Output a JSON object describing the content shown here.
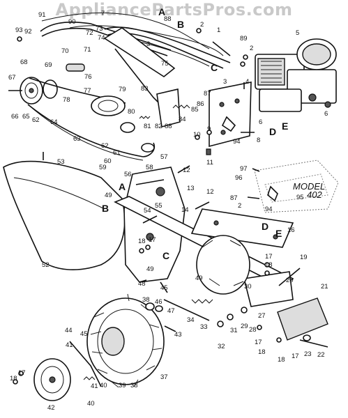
{
  "watermark": "AppliancePartsPros.com",
  "model_label": "MODEL",
  "model_number": "402",
  "reference_letters": {
    "A_top": "A",
    "B_top": "B",
    "C_top": "C",
    "D_top": "D",
    "E_top": "E",
    "A_mid": "A",
    "B_mid": "B",
    "C_mid": "C",
    "D_mid": "D",
    "E_mid": "E"
  },
  "callouts": [
    {
      "id": "n91",
      "text": "91"
    },
    {
      "id": "n93",
      "text": "93"
    },
    {
      "id": "n92",
      "text": "92"
    },
    {
      "id": "n7",
      "text": "7"
    },
    {
      "id": "n90",
      "text": "90"
    },
    {
      "id": "n73",
      "text": "73"
    },
    {
      "id": "n72",
      "text": "72"
    },
    {
      "id": "n74",
      "text": "74"
    },
    {
      "id": "n88",
      "text": "88"
    },
    {
      "id": "n2a",
      "text": "2"
    },
    {
      "id": "n1",
      "text": "1"
    },
    {
      "id": "n5",
      "text": "5"
    },
    {
      "id": "n89",
      "text": "89"
    },
    {
      "id": "n2b",
      "text": "2"
    },
    {
      "id": "n70",
      "text": "70"
    },
    {
      "id": "n71",
      "text": "71"
    },
    {
      "id": "n3a",
      "text": "3"
    },
    {
      "id": "n69",
      "text": "69"
    },
    {
      "id": "n68",
      "text": "68"
    },
    {
      "id": "n75",
      "text": "75"
    },
    {
      "id": "n76",
      "text": "76"
    },
    {
      "id": "n67",
      "text": "67"
    },
    {
      "id": "n3b",
      "text": "3"
    },
    {
      "id": "n4",
      "text": "4"
    },
    {
      "id": "n77",
      "text": "77"
    },
    {
      "id": "n79",
      "text": "79"
    },
    {
      "id": "n83",
      "text": "83"
    },
    {
      "id": "n87a",
      "text": "87"
    },
    {
      "id": "n86",
      "text": "86"
    },
    {
      "id": "n66",
      "text": "66"
    },
    {
      "id": "n65",
      "text": "65"
    },
    {
      "id": "n62a",
      "text": "62"
    },
    {
      "id": "n64",
      "text": "64"
    },
    {
      "id": "n78",
      "text": "78"
    },
    {
      "id": "n80",
      "text": "80"
    },
    {
      "id": "n85",
      "text": "85"
    },
    {
      "id": "n81",
      "text": "81"
    },
    {
      "id": "n82",
      "text": "82"
    },
    {
      "id": "n88b",
      "text": "88"
    },
    {
      "id": "n84",
      "text": "84"
    },
    {
      "id": "n6a",
      "text": "6"
    },
    {
      "id": "n6b",
      "text": "6"
    },
    {
      "id": "n63",
      "text": "63"
    },
    {
      "id": "n62b",
      "text": "62"
    },
    {
      "id": "n10",
      "text": "10"
    },
    {
      "id": "n9",
      "text": "9"
    },
    {
      "id": "n94a",
      "text": "94"
    },
    {
      "id": "n8",
      "text": "8"
    },
    {
      "id": "n53",
      "text": "53"
    },
    {
      "id": "n61",
      "text": "61"
    },
    {
      "id": "n60",
      "text": "60"
    },
    {
      "id": "n59",
      "text": "59"
    },
    {
      "id": "n58",
      "text": "58"
    },
    {
      "id": "n57",
      "text": "57"
    },
    {
      "id": "n11",
      "text": "11"
    },
    {
      "id": "n12a",
      "text": "12"
    },
    {
      "id": "n97",
      "text": "97"
    },
    {
      "id": "n96",
      "text": "96"
    },
    {
      "id": "n56",
      "text": "56"
    },
    {
      "id": "n13",
      "text": "13"
    },
    {
      "id": "n12b",
      "text": "12"
    },
    {
      "id": "n49a",
      "text": "49"
    },
    {
      "id": "n87b",
      "text": "87"
    },
    {
      "id": "n2c",
      "text": "2"
    },
    {
      "id": "n94b",
      "text": "94"
    },
    {
      "id": "n95",
      "text": "95"
    },
    {
      "id": "n54",
      "text": "54"
    },
    {
      "id": "n55",
      "text": "55"
    },
    {
      "id": "n14",
      "text": "14"
    },
    {
      "id": "n16",
      "text": "16"
    },
    {
      "id": "n18a",
      "text": "18"
    },
    {
      "id": "n17a",
      "text": "17"
    },
    {
      "id": "n52",
      "text": "52"
    },
    {
      "id": "n17b",
      "text": "17"
    },
    {
      "id": "n18b",
      "text": "18"
    },
    {
      "id": "n19",
      "text": "19"
    },
    {
      "id": "n49b",
      "text": "49"
    },
    {
      "id": "n48",
      "text": "48"
    },
    {
      "id": "n45a",
      "text": "45"
    },
    {
      "id": "n49c",
      "text": "49"
    },
    {
      "id": "n20",
      "text": "20"
    },
    {
      "id": "n30",
      "text": "30"
    },
    {
      "id": "n21",
      "text": "21"
    },
    {
      "id": "n38a",
      "text": "38"
    },
    {
      "id": "n46",
      "text": "46"
    },
    {
      "id": "n47",
      "text": "47"
    },
    {
      "id": "n43",
      "text": "43"
    },
    {
      "id": "n34",
      "text": "34"
    },
    {
      "id": "n33",
      "text": "33"
    },
    {
      "id": "n29",
      "text": "29"
    },
    {
      "id": "n28",
      "text": "28"
    },
    {
      "id": "n27",
      "text": "27"
    },
    {
      "id": "n31",
      "text": "31"
    },
    {
      "id": "n32",
      "text": "32"
    },
    {
      "id": "n17c",
      "text": "17"
    },
    {
      "id": "n18c",
      "text": "18"
    },
    {
      "id": "n17d",
      "text": "17"
    },
    {
      "id": "n18d",
      "text": "18"
    },
    {
      "id": "n23",
      "text": "23"
    },
    {
      "id": "n22",
      "text": "22"
    },
    {
      "id": "n44",
      "text": "44"
    },
    {
      "id": "n45b",
      "text": "45"
    },
    {
      "id": "n41a",
      "text": "41"
    },
    {
      "id": "n41b",
      "text": "41"
    },
    {
      "id": "n40a",
      "text": "40"
    },
    {
      "id": "n40b",
      "text": "40"
    },
    {
      "id": "n39",
      "text": "39"
    },
    {
      "id": "n38b",
      "text": "38"
    },
    {
      "id": "n37",
      "text": "37"
    },
    {
      "id": "n18e",
      "text": "18"
    },
    {
      "id": "n17e",
      "text": "17"
    },
    {
      "id": "n42",
      "text": "42"
    }
  ]
}
